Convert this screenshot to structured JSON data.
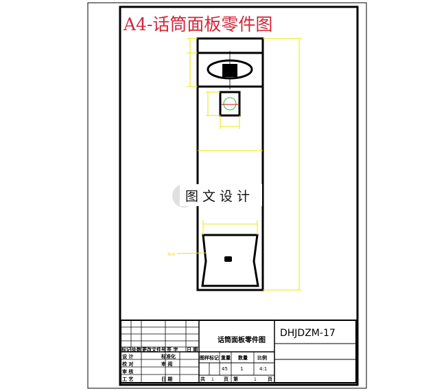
{
  "sheet_title": "A4-话筒面板零件图",
  "watermark": "图文设计",
  "leader_label": "8x6",
  "title_block": {
    "drawing_name": "话筒面板零件图",
    "drawing_number": "DHJDZM-17",
    "revision_headers": [
      "标记",
      "处数",
      "更改文件号",
      "签 字",
      "日 期"
    ],
    "left_rows": [
      {
        "label": "设 计",
        "label2": "标准化"
      },
      {
        "label": "校 对",
        "label2": "审 阅"
      },
      {
        "label": "审 核",
        "label2": ""
      },
      {
        "label": "工 艺",
        "label2": "日 期"
      }
    ],
    "headers": [
      "图样标记",
      "重量",
      "数量",
      "比例"
    ],
    "material": "45",
    "quantity": "1",
    "scale": "4:1",
    "sheets_total_label": "共",
    "sheets_total": "1",
    "sheet_label": "第",
    "sheet_number": "1",
    "page_unit": "页"
  },
  "colors": {
    "title": "#d0263a",
    "dimension": "#e8e800",
    "center_circle": "#2db84a",
    "center_line": "#d01010"
  }
}
